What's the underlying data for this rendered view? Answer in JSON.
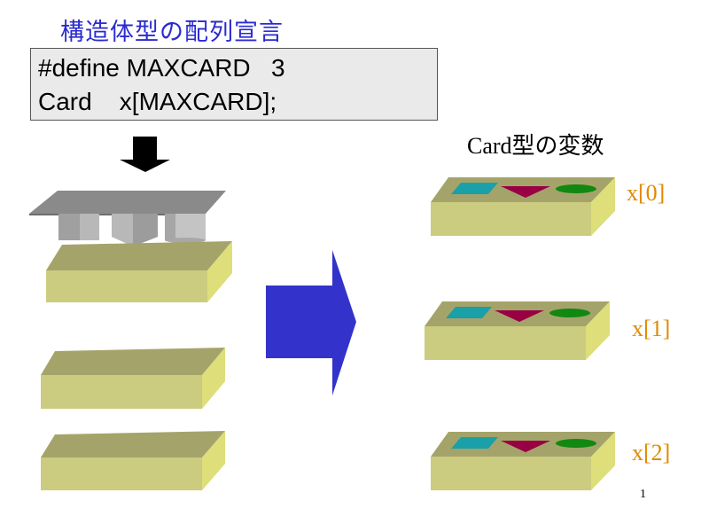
{
  "title": "構造体型の配列宣言",
  "code": {
    "line1": "#define MAXCARD   3",
    "line2": "Card    x[MAXCARD];"
  },
  "variables_title": "Card型の変数",
  "variables": [
    {
      "label": "x[0]"
    },
    {
      "label": "x[1]"
    },
    {
      "label": "x[2]"
    }
  ],
  "page_number": "1",
  "colors": {
    "title": "#2b2bd0",
    "label": "#e08a00",
    "block_front": "#cccc80",
    "block_top": "#a4a46a",
    "block_side": "#dede7a",
    "arrow": "#3333cc",
    "cyan_shape": "#1aa0a8",
    "triangle": "#990044",
    "ellipse": "#118811"
  }
}
